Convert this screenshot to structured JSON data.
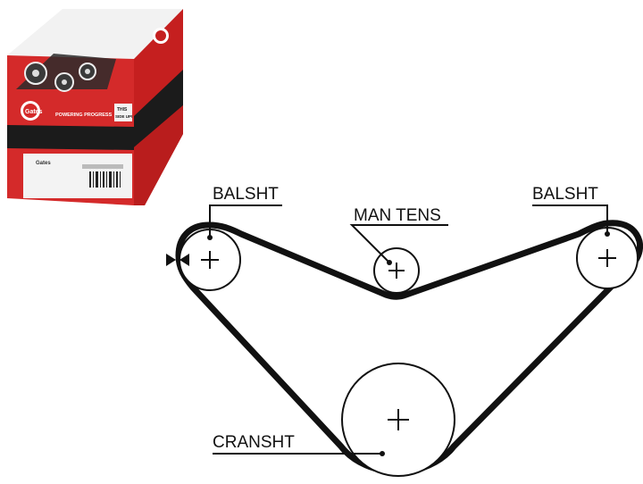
{
  "product_box": {
    "brand_logo_text": "Gates",
    "slogan": "POWERING PROGRESS",
    "orientation_note_line1": "THIS",
    "orientation_note_line2": "SIDE UP!",
    "label_logo_text": "Gates",
    "colors": {
      "box_red": "#d42a2a",
      "box_black": "#1b1b1b",
      "label_white": "#f3f3f3"
    }
  },
  "diagram": {
    "labels": {
      "balsht_left": "BALSHT",
      "man_tens": "MAN TENS",
      "balsht_right": "BALSHT",
      "cranksht": "CRANSHT"
    },
    "pulleys": [
      {
        "id": "balsht-left",
        "symbol": "+"
      },
      {
        "id": "man-tens",
        "symbol": "+"
      },
      {
        "id": "balsht-right",
        "symbol": "+"
      },
      {
        "id": "cranksht",
        "symbol": "+"
      }
    ],
    "direction_marker": "rotation-arrow",
    "colors": {
      "belt": "#111111",
      "line": "#111111"
    }
  }
}
